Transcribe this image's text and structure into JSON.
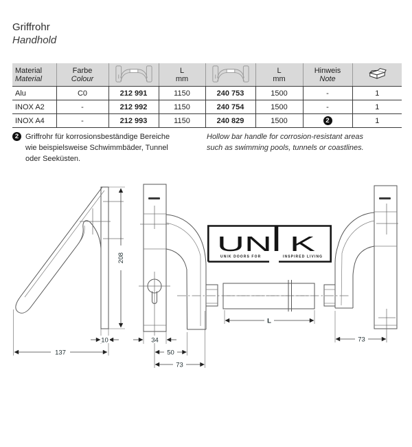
{
  "page": {
    "title_de": "Griffrohr",
    "title_en": "Handhold"
  },
  "table": {
    "headers": {
      "material_de": "Material",
      "material_en": "Material",
      "colour_de": "Farbe",
      "colour_en": "Colour",
      "length1_label": "L",
      "length1_unit": "mm",
      "length2_label": "L",
      "length2_unit": "mm",
      "note_de": "Hinweis",
      "note_en": "Note"
    },
    "rows": [
      {
        "material": "Alu",
        "colour": "C0",
        "art_no_1": "212 991",
        "length_1": "1150",
        "art_no_2": "240 753",
        "length_2": "1500",
        "note": "-",
        "pack": "1"
      },
      {
        "material": "INOX A2",
        "colour": "-",
        "art_no_1": "212 992",
        "length_1": "1150",
        "art_no_2": "240 754",
        "length_2": "1500",
        "note": "-",
        "pack": "1"
      },
      {
        "material": "INOX A4",
        "colour": "-",
        "art_no_1": "212 993",
        "length_1": "1150",
        "art_no_2": "240 829",
        "length_2": "1500",
        "note": "2",
        "pack": "1"
      }
    ]
  },
  "footnote": {
    "badge": "2",
    "de_lines": [
      "Griffrohr für korrosionsbeständige Bereiche",
      "wie beispielsweise Schwimmbäder, Tunnel",
      "oder Seeküsten."
    ],
    "en_lines": [
      "Hollow bar handle for corrosion-resistant areas",
      "such as swimming pools, tunnels or coastlines."
    ]
  },
  "dimensions": {
    "side_height": "208",
    "side_thickness": "10",
    "side_length": "137",
    "front_plate_width": "34",
    "front_offset": "50",
    "front_depth": "73",
    "bar_length": "L",
    "right_depth": "73"
  },
  "logo": {
    "brand_left": "UN",
    "brand_right": "K",
    "tagline_left": "UNIK DOORS FOR",
    "tagline_right": "INSPIRED LIVING"
  },
  "colors": {
    "header_bg": "#d9d9d9",
    "badge": "#111111",
    "line": "#565656"
  }
}
